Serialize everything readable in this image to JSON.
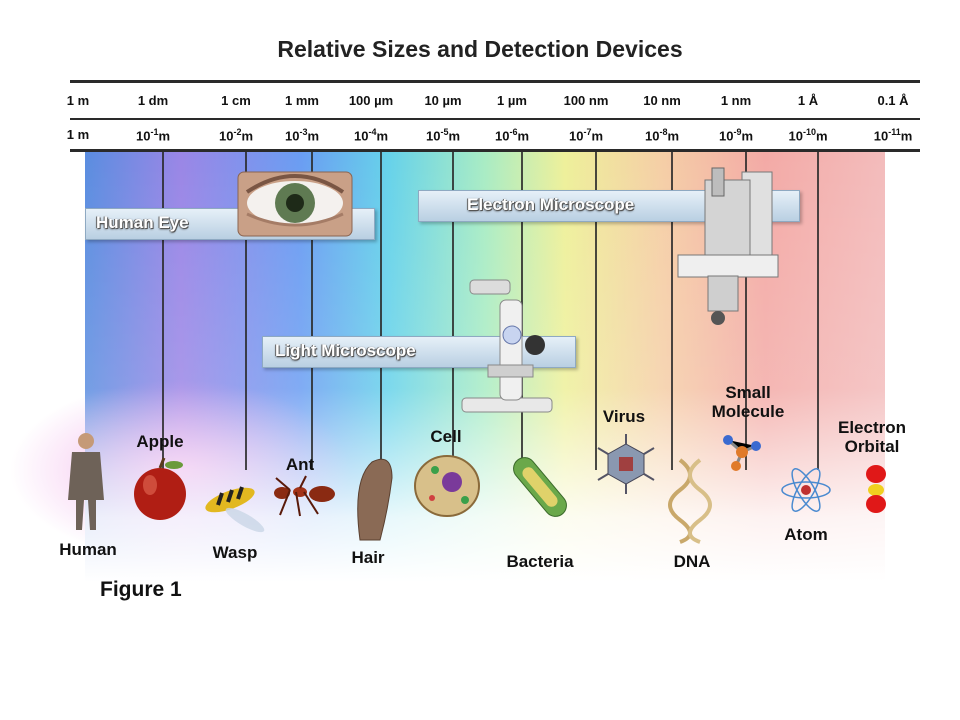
{
  "title": "Relative Sizes and Detection Devices",
  "figure_label": "Figure 1",
  "scale_units": [
    {
      "text": "1 m"
    },
    {
      "text": "1 dm"
    },
    {
      "text": "1 cm"
    },
    {
      "text": "1 mm"
    },
    {
      "text": "100 µm"
    },
    {
      "text": "10 µm"
    },
    {
      "text": "1 µm"
    },
    {
      "text": "100 nm"
    },
    {
      "text": "10 nm"
    },
    {
      "text": "1 nm"
    },
    {
      "text": "1 Å"
    },
    {
      "text": "0.1 Å"
    }
  ],
  "scale_powers": [
    {
      "base": "1 m",
      "exp": "",
      "unit": ""
    },
    {
      "base": "10",
      "exp": "-1",
      "unit": "m"
    },
    {
      "base": "10",
      "exp": "-2",
      "unit": "m"
    },
    {
      "base": "10",
      "exp": "-3",
      "unit": "m"
    },
    {
      "base": "10",
      "exp": "-4",
      "unit": "m"
    },
    {
      "base": "10",
      "exp": "-5",
      "unit": "m"
    },
    {
      "base": "10",
      "exp": "-6",
      "unit": "m"
    },
    {
      "base": "10",
      "exp": "-7",
      "unit": "m"
    },
    {
      "base": "10",
      "exp": "-8",
      "unit": "m"
    },
    {
      "base": "10",
      "exp": "-9",
      "unit": "m"
    },
    {
      "base": "10",
      "exp": "-10",
      "unit": "m"
    },
    {
      "base": "10",
      "exp": "-11",
      "unit": "m"
    }
  ],
  "devices": {
    "human_eye": "Human Eye",
    "electron_microscope": "Electron Microscope",
    "light_microscope": "Light Microscope"
  },
  "objects": {
    "human": "Human",
    "apple": "Apple",
    "wasp": "Wasp",
    "ant": "Ant",
    "hair": "Hair",
    "cell": "Cell",
    "bacteria": "Bacteria",
    "virus": "Virus",
    "dna": "DNA",
    "small_molecule": "Small Molecule",
    "atom": "Atom",
    "electron_orbital": "Electron Orbital"
  },
  "colors": {
    "spectrum": [
      "#4a7fd8",
      "#b487e8",
      "#7aa6f0",
      "#6fd8e6",
      "#a8ecc0",
      "#f2ee9a",
      "#f3c9a3",
      "#f3a6a6"
    ]
  }
}
